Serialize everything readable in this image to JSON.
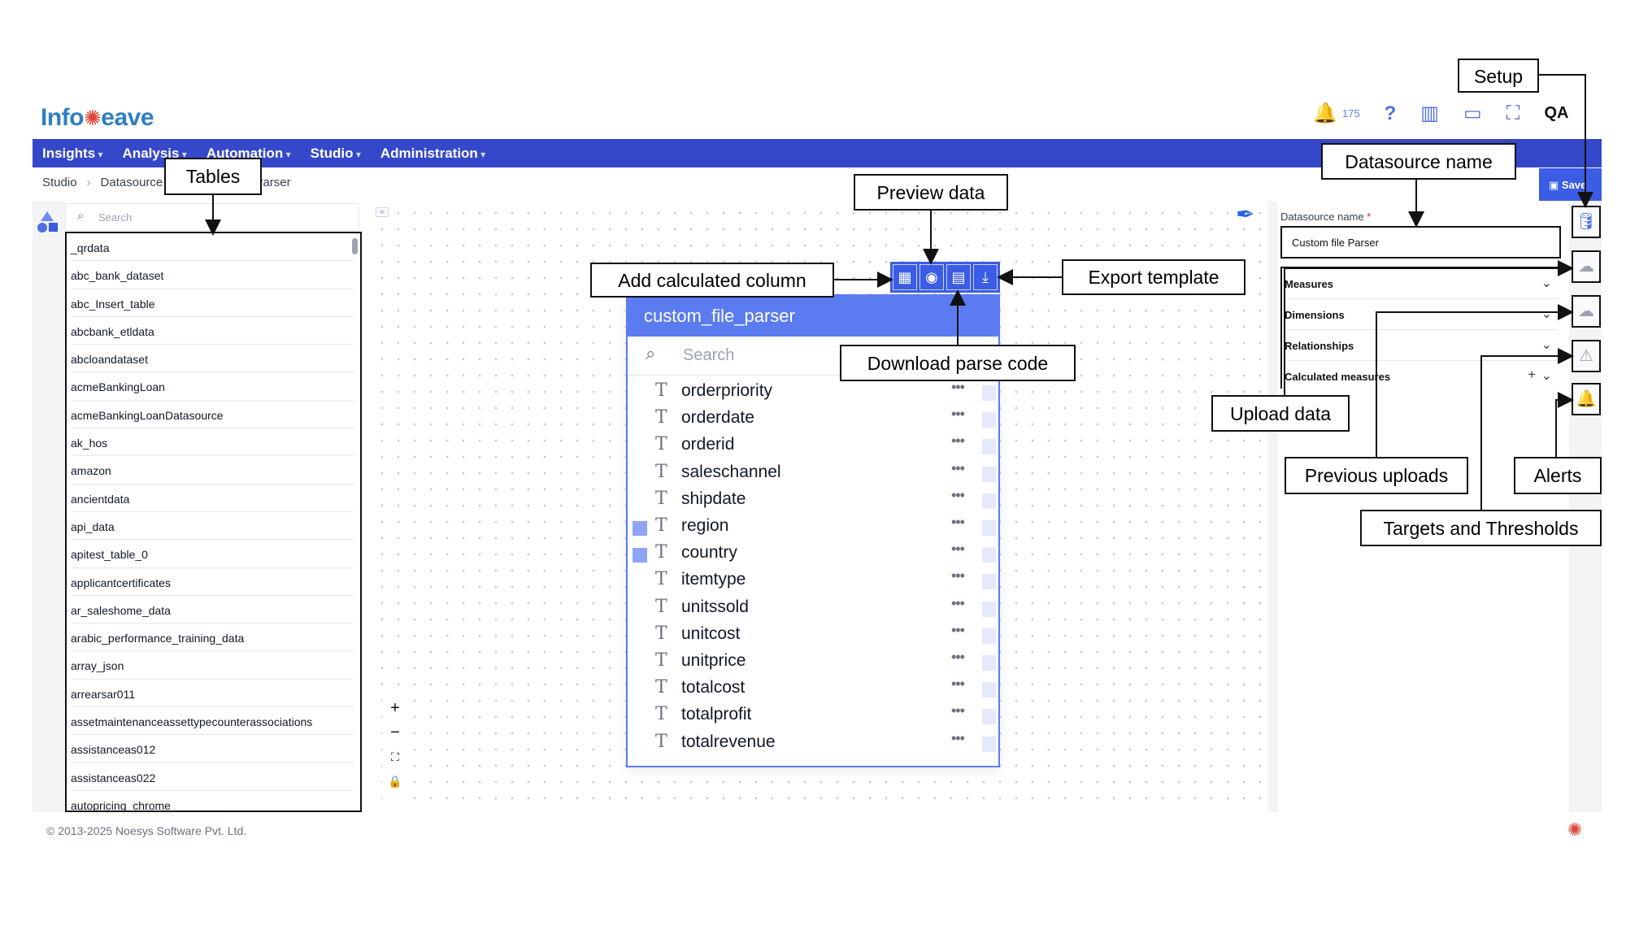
{
  "header": {
    "logo_text": "Info",
    "logo_text_2": "eave",
    "notification_count": "175",
    "icons": [
      "bell-icon",
      "help-icon",
      "library-icon",
      "monitor-icon",
      "fullscreen-icon",
      "qa-icon"
    ]
  },
  "menu": [
    "Insights",
    "Analysis",
    "Automation",
    "Studio",
    "Administration"
  ],
  "breadcrumb": [
    "Studio",
    "Datasource",
    "Custom File Parser"
  ],
  "save_label": "Save",
  "tables": {
    "search_placeholder": "Search",
    "items": [
      "_qrdata",
      "abc_bank_dataset",
      "abc_Insert_table",
      "abcbank_etldata",
      "abcloandataset",
      "acmeBankingLoan",
      "acmeBankingLoanDatasource",
      "ak_hos",
      "amazon",
      "ancientdata",
      "api_data",
      "apitest_table_0",
      "applicantcertificates",
      "ar_saleshome_data",
      "arabic_performance_training_data",
      "array_json",
      "arrearsar011",
      "assetmaintenanceassettypecounterassociations",
      "assistanceas012",
      "assistanceas022",
      "autopricing_chrome"
    ]
  },
  "node": {
    "title": "custom_file_parser",
    "search_placeholder": "Search",
    "columns": [
      {
        "name": "orderpriority",
        "checked": false
      },
      {
        "name": "orderdate",
        "checked": false
      },
      {
        "name": "orderid",
        "checked": false
      },
      {
        "name": "saleschannel",
        "checked": false
      },
      {
        "name": "shipdate",
        "checked": false
      },
      {
        "name": "region",
        "checked": true
      },
      {
        "name": "country",
        "checked": true
      },
      {
        "name": "itemtype",
        "checked": false
      },
      {
        "name": "unitssold",
        "checked": false
      },
      {
        "name": "unitcost",
        "checked": false
      },
      {
        "name": "unitprice",
        "checked": false
      },
      {
        "name": "totalcost",
        "checked": false
      },
      {
        "name": "totalprofit",
        "checked": false
      },
      {
        "name": "totalrevenue",
        "checked": false
      }
    ],
    "type_glyph": "T",
    "more_glyph": "•••"
  },
  "right_panel": {
    "datasource_label": "Datasource name",
    "required_mark": "*",
    "datasource_value": "Custom file Parser",
    "sections": [
      "Measures",
      "Dimensions",
      "Relationships",
      "Calculated measures"
    ]
  },
  "footer": "© 2013-2025 Noesys Software Pvt. Ltd.",
  "callouts": {
    "setup": "Setup",
    "datasource_name": "Datasource name",
    "tables": "Tables",
    "preview_data": "Preview data",
    "add_calculated_column": "Add calculated column",
    "export_template": "Export template",
    "download_parse_code": "Download parse code",
    "upload_data": "Upload data",
    "previous_uploads": "Previous uploads",
    "alerts": "Alerts",
    "targets_and_thresholds": "Targets and Thresholds"
  }
}
